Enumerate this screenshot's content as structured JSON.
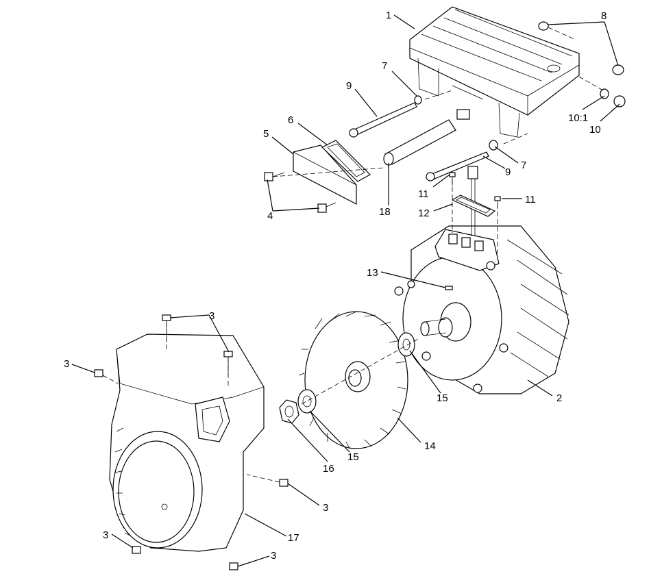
{
  "callouts": {
    "c1": "1",
    "c2": "2",
    "c3a": "3",
    "c3b": "3",
    "c3c": "3",
    "c3d": "3",
    "c3e": "3",
    "c4": "4",
    "c5": "5",
    "c6": "6",
    "c7a": "7",
    "c7b": "7",
    "c8": "8",
    "c9a": "9",
    "c9b": "9",
    "c10": "10",
    "c10_1": "10:1",
    "c11a": "11",
    "c11b": "11",
    "c12": "12",
    "c13": "13",
    "c14": "14",
    "c15a": "15",
    "c15b": "15",
    "c16": "16",
    "c17": "17",
    "c18": "18"
  },
  "colors": {
    "line": "#000000",
    "background": "#ffffff"
  }
}
